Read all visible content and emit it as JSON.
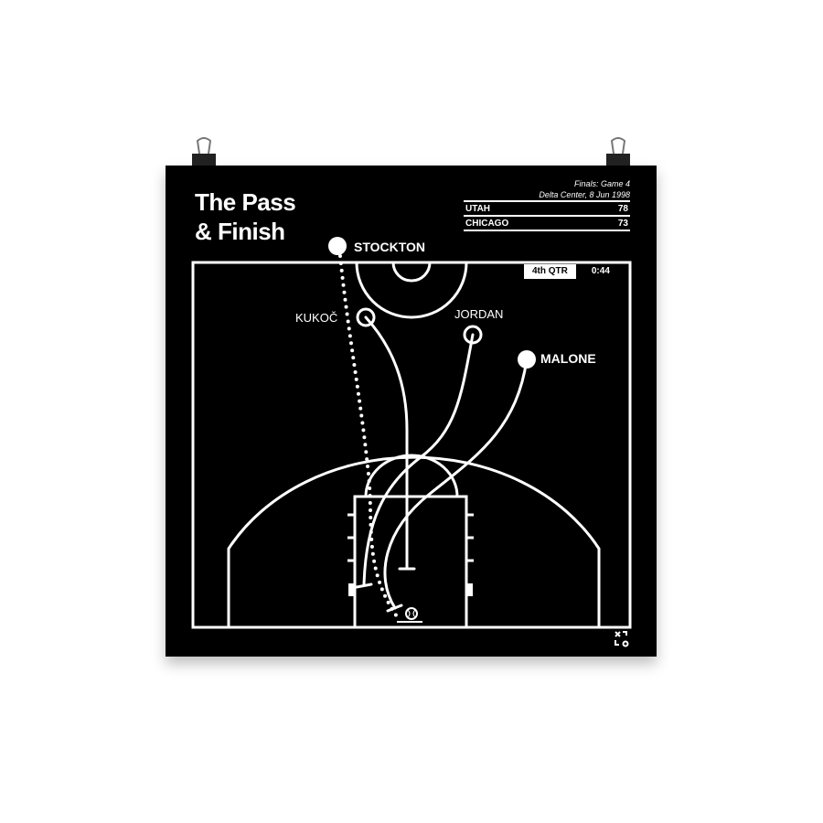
{
  "title": {
    "line1": "The Pass",
    "line2": "& Finish"
  },
  "game": {
    "event": "Finals: Game 4",
    "venue_date": "Delta Center, 8 Jun 1998"
  },
  "scores": [
    {
      "team": "UTAH",
      "score": "78"
    },
    {
      "team": "CHICAGO",
      "score": "73"
    }
  ],
  "clock": {
    "quarter": "4th QTR",
    "time": "0:44"
  },
  "players": {
    "stockton": "STOCKTON",
    "kukoc": "KUKOČ",
    "jordan": "JORDAN",
    "malone": "MALONE"
  },
  "colors": {
    "background": "#000000",
    "lines": "#ffffff"
  },
  "logo": "XO"
}
